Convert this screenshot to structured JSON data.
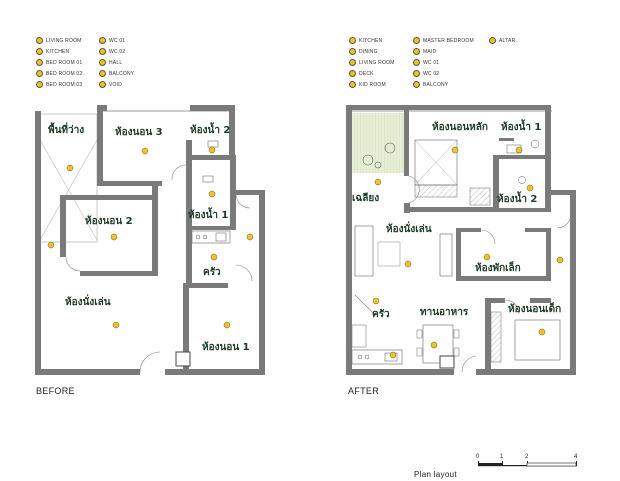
{
  "before": {
    "legend": [
      "LIVING ROOM",
      "KITCHEN",
      "BED ROOM 01",
      "BED ROOM 02",
      "BED ROOM 03",
      "WC 01",
      "WC 02",
      "HALL",
      "BALCONY",
      "VOID"
    ],
    "rooms": {
      "void": "พื้นที่ว่าง",
      "bed3": "ห้องนอน 3",
      "wc2": "ห้องน้ำ 2",
      "bed2": "ห้องนอน 2",
      "wc1": "ห้องน้ำ 1",
      "kitchen": "ครัว",
      "living": "ห้องนั่งเล่น",
      "bed1": "ห้องนอน 1"
    },
    "caption": "BEFORE"
  },
  "after": {
    "legend": [
      "KITCHEN",
      "DINING",
      "LIVING ROOM",
      "DECK",
      "KID ROOM",
      "MASTER BEDROOM",
      "MAID",
      "WC 01",
      "WC 02",
      "BALCONY",
      "ALTAR"
    ],
    "rooms": {
      "master": "ห้องนอนหลัก",
      "wc1": "ห้องน้ำ 1",
      "deck": "เฉลียง",
      "wc2": "ห้องน้ำ 2",
      "living": "ห้องนั่งเล่น",
      "maid": "ห้องพักเล็ก",
      "kitchen": "ครัว",
      "dining": "ทานอาหาร",
      "kid": "ห้องนอนเด็ก"
    },
    "caption": "AFTER"
  },
  "scale": {
    "title": "Plan layout",
    "ticks": [
      "0",
      "1",
      "2",
      "4"
    ]
  },
  "colors": {
    "wall": "#7a7a7a",
    "marker": "#f2c318",
    "room_text": "#1d3a28"
  }
}
